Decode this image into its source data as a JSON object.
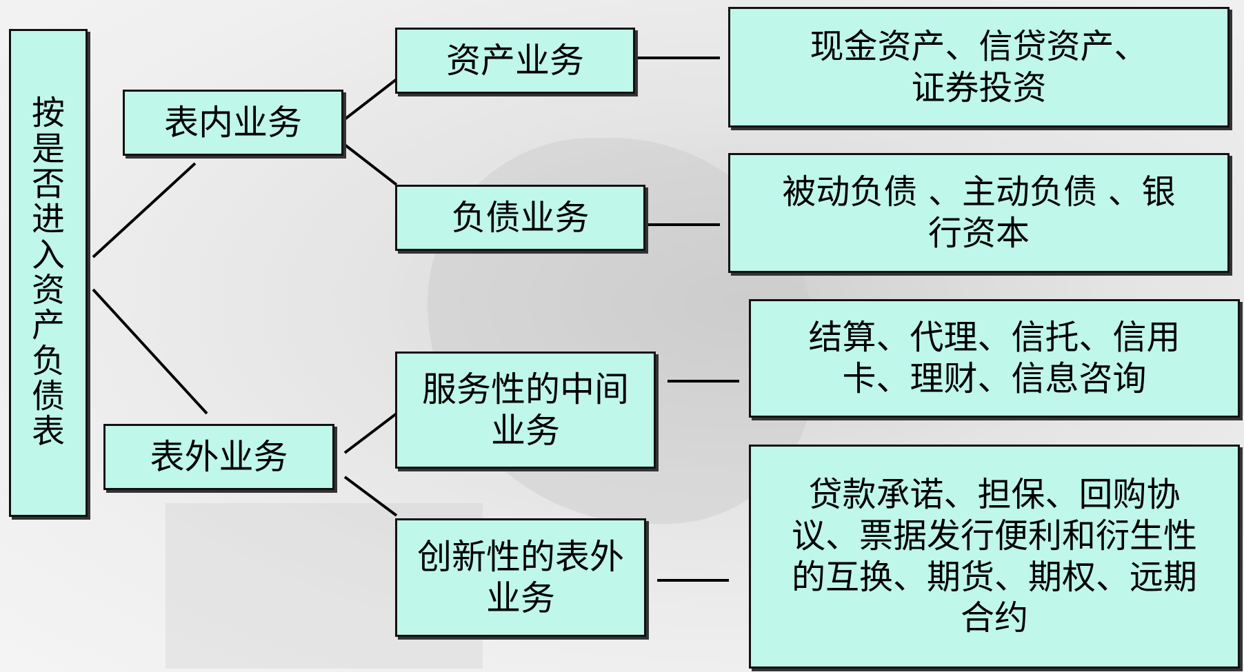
{
  "root": {
    "label": "按是否进入资产负债表"
  },
  "branches": [
    {
      "label": "表内业务",
      "children": [
        {
          "label": "资产业务",
          "detail": "现金资产、信贷资产、证券投资"
        },
        {
          "label": "负债业务",
          "detail": "被动负债 、主动负债 、银行资本"
        }
      ]
    },
    {
      "label": "表外业务",
      "children": [
        {
          "label": "服务性的中间业务",
          "detail": "结算、代理、信托、信用卡、理财、信息咨询"
        },
        {
          "label": "创新性的表外业务",
          "detail": "贷款承诺、担保、回购协议、票据发行便利和衍生性的互换、期货、期权、远期合约"
        }
      ]
    }
  ],
  "colors": {
    "box_fill": "#bff7ea",
    "box_border": "#111111",
    "line": "#000000"
  }
}
